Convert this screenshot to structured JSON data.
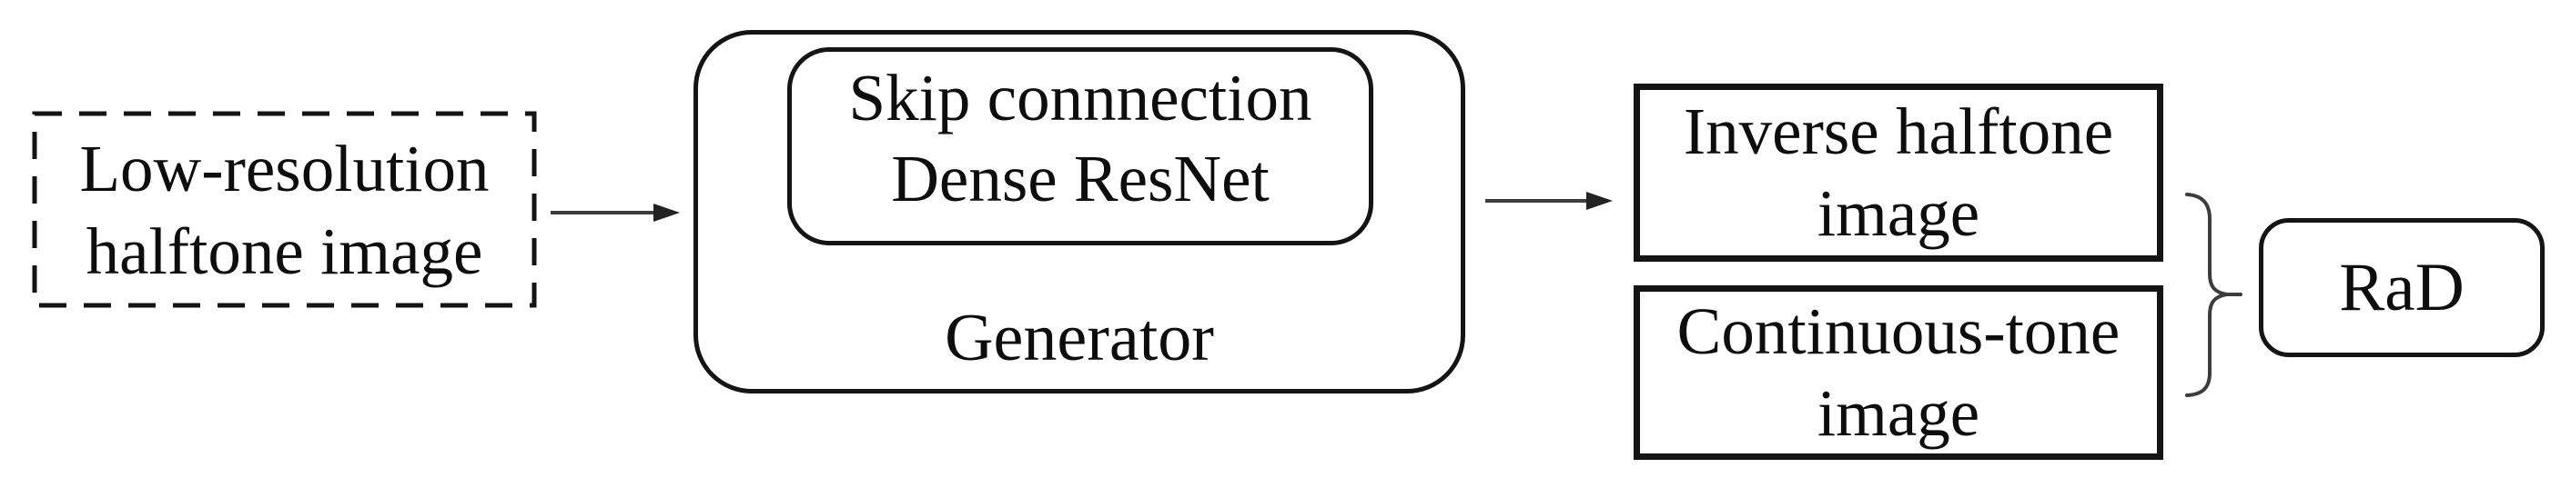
{
  "title": "Inverse halftoning generator pipeline diagram",
  "colors": {
    "stroke": "#141414",
    "text": "#0d0d0d",
    "connector": "#3c3c3c",
    "background": "#ffffff"
  },
  "nodes": {
    "input": {
      "line1": "Low-resolution",
      "line2": "halftone image"
    },
    "generator": {
      "label": "Generator"
    },
    "skip_block": {
      "line1": "Skip connnection",
      "line2": "Dense ResNet"
    },
    "inverse_output": {
      "line1": "Inverse halftone",
      "line2": "image"
    },
    "continuous_output": {
      "line1": "Continuous-tone",
      "line2": "image"
    },
    "discriminator": {
      "label": "RaD"
    }
  }
}
